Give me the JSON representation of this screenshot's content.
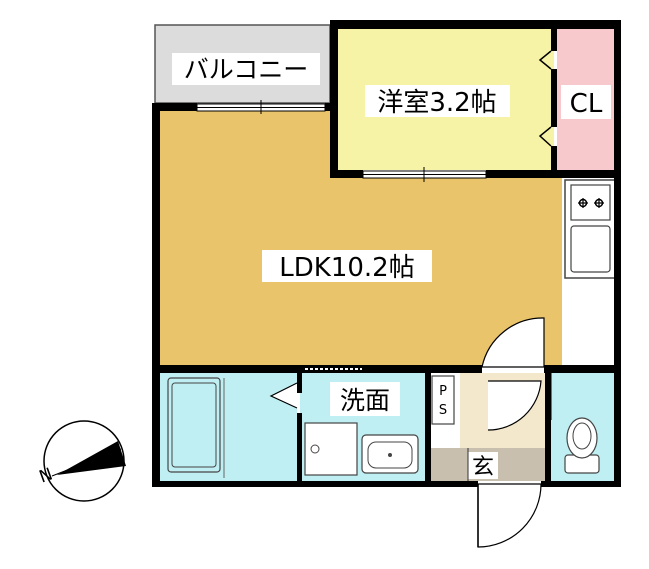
{
  "rooms": {
    "balcony": "バルコニー",
    "western_room": "洋室3.2帖",
    "closet": "CL",
    "ldk": "LDK10.2帖",
    "washroom": "洗面",
    "pipe_space": "PS",
    "entrance": "玄"
  },
  "compass": {
    "north_label": "N"
  },
  "colors": {
    "ldk": "#e9c46a",
    "western_room": "#f7f3a6",
    "closet": "#f7c9cc",
    "water_area": "#bfeff3",
    "balcony": "#dcdcdc",
    "entrance_floor": "#f3e8cc",
    "entrance_step": "#c8bfae",
    "wall": "#000000"
  }
}
